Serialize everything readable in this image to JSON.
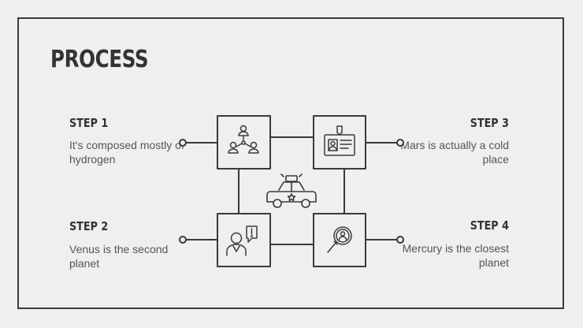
{
  "slide": {
    "title": "PROCESS"
  },
  "steps": [
    {
      "title": "STEP 1",
      "text": "It's composed mostly of hydrogen"
    },
    {
      "title": "STEP 2",
      "text": "Venus is the second planet"
    },
    {
      "title": "STEP 3",
      "text": "Mars is actually a cold place"
    },
    {
      "title": "STEP 4",
      "text": "Mercury is the closest planet"
    }
  ],
  "icons": {
    "center": "police-car-icon",
    "step1": "team-network-icon",
    "step2": "person-alert-icon",
    "step3": "id-badge-icon",
    "step4": "magnifier-person-icon"
  },
  "colors": {
    "background": "#efefef",
    "stroke": "#3a3a3a",
    "heading": "#333333",
    "body_text": "#555555"
  }
}
